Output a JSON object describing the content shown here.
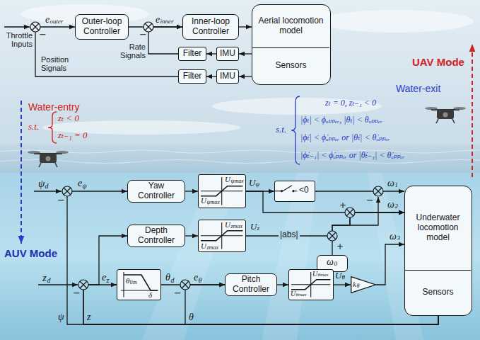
{
  "diagram": {
    "nodes": [
      {
        "text": [
          "Outer-loop Controller"
        ]
      },
      {
        "text": [
          "Inner-loop Controller"
        ]
      },
      {
        "text": [
          "Aerial locomotion model"
        ]
      },
      {
        "text": [
          "Sensors"
        ],
        "in": 2
      },
      {
        "text": [
          "Filter"
        ]
      },
      {
        "text": [
          "IMU"
        ]
      },
      {
        "text": [
          "Filter"
        ]
      },
      {
        "text": [
          "IMU"
        ]
      },
      {
        "text": [
          "Yaw Controller"
        ]
      },
      {
        "text": [
          "U",
          "ψmax",
          "U",
          "ψmax"
        ]
      },
      {
        "text": [
          "<0"
        ]
      },
      {
        "text": [
          "Depth Controller"
        ]
      },
      {
        "text": [
          "U",
          "zmax",
          "U",
          "zmax"
        ]
      },
      {
        "text": [
          "ω",
          "0"
        ]
      },
      {
        "text": [
          "θ",
          "lim",
          "δ"
        ]
      },
      {
        "text": [
          "Pitch Controller"
        ]
      },
      {
        "text": [
          "U",
          "θmax",
          "U",
          "θmax"
        ]
      },
      {
        "text": [
          "k",
          "θ"
        ]
      },
      {
        "text": [
          "Underwater locomotion model"
        ]
      },
      {
        "text": [
          "Sensors"
        ],
        "in": 18
      }
    ],
    "edges": [
      {
        "from": 0,
        "to": 1,
        "arrow": "to"
      },
      {
        "from": 1,
        "to": 2,
        "arrow": "to"
      },
      {
        "from": 3,
        "to": 5,
        "arrow": "to"
      },
      {
        "from": 5,
        "to": 4,
        "arrow": "to"
      },
      {
        "from": 4,
        "to": 1,
        "arrow": "to"
      },
      {
        "from": 3,
        "to": 7,
        "arrow": "to"
      },
      {
        "from": 7,
        "to": 6,
        "arrow": "to"
      },
      {
        "from": 6,
        "to": 0,
        "arrow": "to"
      },
      {
        "from": 8,
        "to": 9,
        "arrow": "to"
      },
      {
        "from": 9,
        "to": 10,
        "arrow": "to"
      },
      {
        "from": 10,
        "to": 18,
        "arrow": "to"
      },
      {
        "from": 9,
        "to": 18,
        "arrow": "to"
      },
      {
        "from": 11,
        "to": 12,
        "arrow": "to"
      },
      {
        "from": 12,
        "to": 18,
        "arrow": "to"
      },
      {
        "from": 13,
        "to": 18,
        "arrow": "to"
      },
      {
        "from": 14,
        "to": 15,
        "arrow": "to"
      },
      {
        "from": 15,
        "to": 16,
        "arrow": "to"
      },
      {
        "from": 16,
        "to": 17,
        "arrow": "to"
      },
      {
        "from": 17,
        "to": 18,
        "arrow": "to"
      },
      {
        "from": 19,
        "to": 8,
        "arrow": "to"
      },
      {
        "from": 19,
        "to": 11,
        "arrow": "to"
      },
      {
        "from": 19,
        "to": 14,
        "arrow": "to"
      },
      {
        "from": 19,
        "to": 15,
        "arrow": "to"
      }
    ],
    "labels": [
      "Throttle Inputs",
      "−",
      "e",
      "outer",
      "−",
      "e",
      "inner",
      "Rate Signals",
      "Position Signals",
      "UAV Mode",
      "Water-exit",
      "s.t.",
      "zₜ = 0, zₜ₋₁ < 0",
      "|ϕₜ| < ϕᵤₚₚₑᵣ, |θₜ| < θᵤₚₚₑᵣ",
      "|ϕ̇ₜ| < ϕ̇ᵤₚₚₑᵣ or |θ̇ₜ| < θ̇ᵤₚₚₑᵣ",
      "|ϕ̇ₜ₋₁| < ϕ̇ᵤₚₚₑᵣ or |θ̇ₜ₋₁| < θ̇ᵤₚₚₑᵣ",
      "Water-entry",
      "s.t.",
      "zₜ < 0",
      "zₜ₋₁ = 0",
      "AUV Mode",
      "ψ",
      "d",
      "e",
      "ψ",
      "U",
      "ψ",
      "−",
      "ω",
      "1",
      "+",
      "ω",
      "2",
      "U",
      "z",
      "|abs|",
      "+",
      "ω",
      "3",
      "z",
      "d",
      "−",
      "e",
      "z",
      "θ",
      "d",
      "−",
      "e",
      "θ",
      "U",
      "θ",
      "ψ",
      "z",
      "θ",
      "−"
    ]
  }
}
